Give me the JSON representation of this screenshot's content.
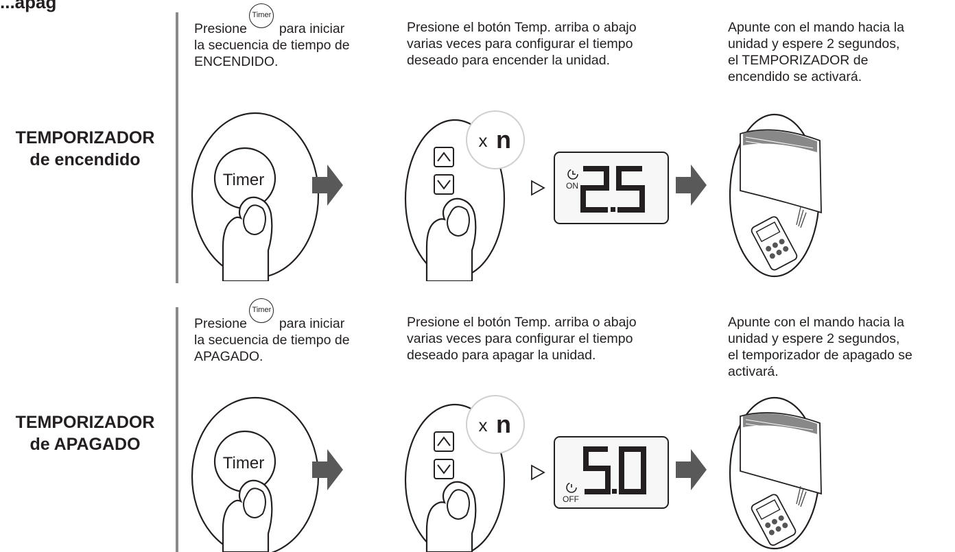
{
  "page": {
    "partial_title": "...apag"
  },
  "sections": [
    {
      "label_line1": "TEMPORIZADOR",
      "label_line2": "de encendido",
      "step1_before": "Presione",
      "step1_after": "para iniciar",
      "step1_line2": "la secuencia de tiempo de",
      "step1_line3": "ENCENDIDO.",
      "timer_icon_text": "Timer",
      "step2_lines": [
        "Presione el botón Temp. arriba o abajo",
        "varias veces para configurar el tiempo",
        "deseado para encender la unidad."
      ],
      "step3_lines": [
        "Apunte con el mando hacia la",
        "unidad y espere 2 segundos,",
        "el TEMPORIZADOR de",
        "encendido se activará."
      ],
      "remote_button_label": "Timer",
      "multiplier_prefix": "x",
      "multiplier_value": "n",
      "display_mode": "ON",
      "display_value": "2.5"
    },
    {
      "label_line1": "TEMPORIZADOR",
      "label_line2": "de APAGADO",
      "step1_before": "Presione",
      "step1_after": "para iniciar",
      "step1_line2": "la secuencia de tiempo de",
      "step1_line3": "APAGADO.",
      "timer_icon_text": "Timer",
      "step2_lines": [
        "Presione el botón Temp. arriba o abajo",
        "varias veces para configurar el tiempo",
        "deseado para apagar la unidad."
      ],
      "step3_lines": [
        "Apunte con el mando hacia la",
        "unidad y espere 2 segundos,",
        "el temporizador de apagado se",
        "activará."
      ],
      "remote_button_label": "Timer",
      "multiplier_prefix": "x",
      "multiplier_value": "n",
      "display_mode": "OFF",
      "display_value": "5.0"
    }
  ],
  "colors": {
    "text": "#231f20",
    "bar": "#8a8a8a",
    "arrow": "#595959",
    "display_bg": "#f7f7f7"
  },
  "icons": [
    "timer-button-icon",
    "finger-icon",
    "up-arrow-icon",
    "down-arrow-icon",
    "play-triangle-icon",
    "right-arrow-icon",
    "clock-icon",
    "air-conditioner-icon",
    "remote-control-icon"
  ]
}
